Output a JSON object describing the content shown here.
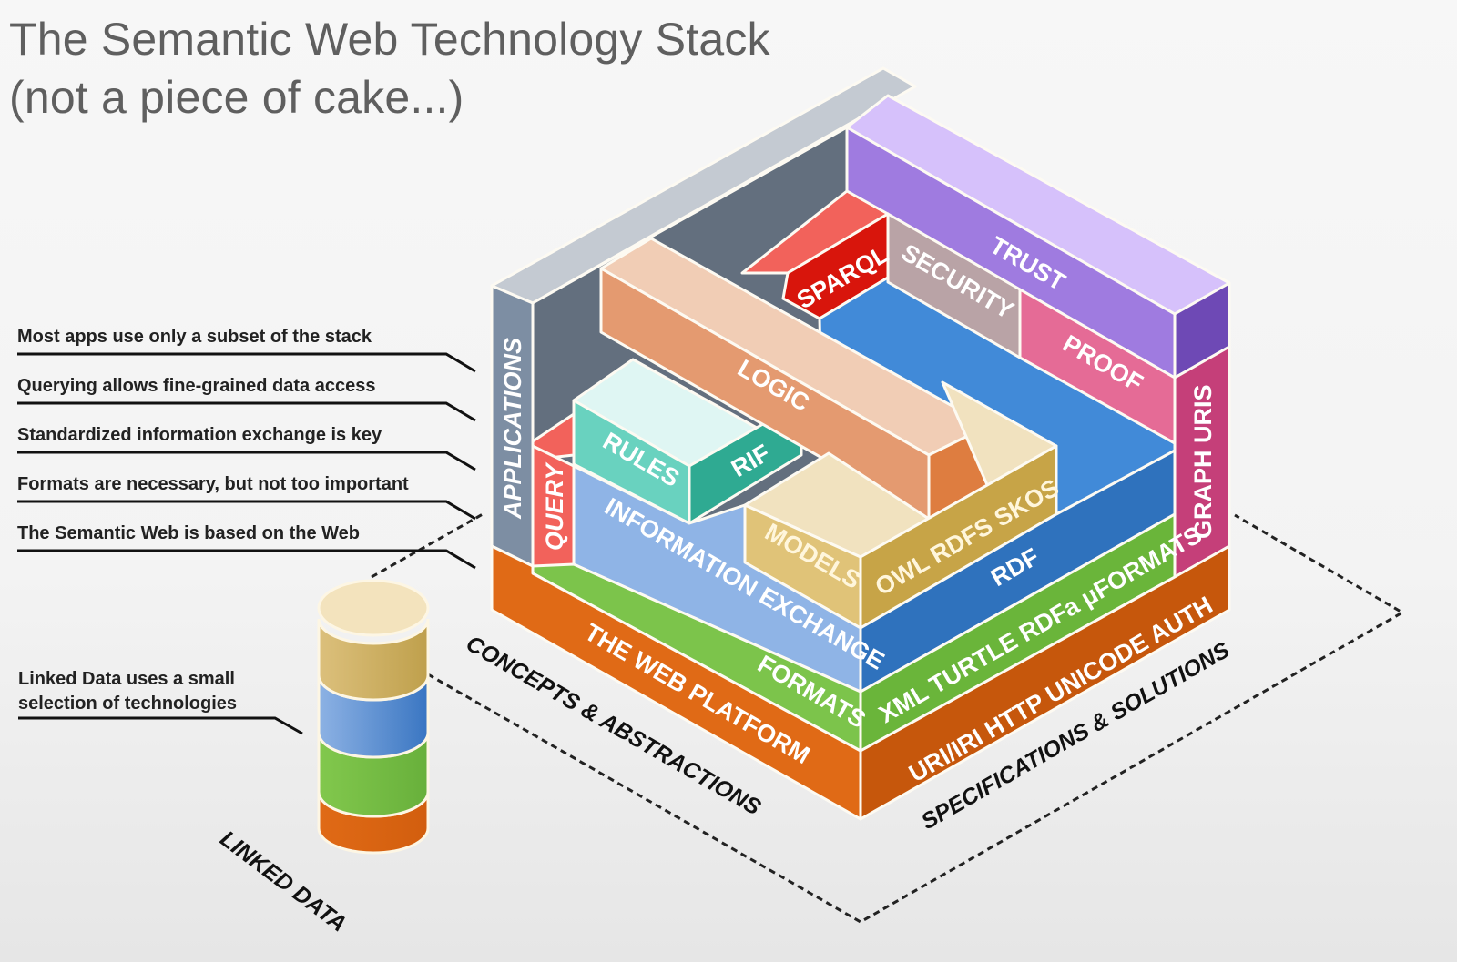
{
  "title": {
    "line1": "The Semantic Web Technology Stack",
    "line2": "(not a piece of cake...)"
  },
  "annotations": [
    "Most apps use only a subset of the stack",
    "Querying allows fine-grained data access",
    "Standardized information exchange is key",
    "Formats are necessary, but not too important",
    "The Semantic Web is based on the Web"
  ],
  "linked_data_note": {
    "line1": "Linked Data uses a small",
    "line2": "selection of technologies"
  },
  "axes": {
    "left": "CONCEPTS & ABSTRACTIONS",
    "right": "SPECIFICATIONS & SOLUTIONS",
    "linked_data": "LINKED DATA"
  },
  "layers": {
    "applications": "APPLICATIONS",
    "query": "QUERY",
    "sparql": "SPARQL",
    "trust": "TRUST",
    "security": "SECURITY",
    "proof": "PROOF",
    "graph_uris": "GRAPH URIS",
    "logic": "LOGIC",
    "rules": "RULES",
    "rif": "RIF",
    "models": "MODELS",
    "owl_rdfs_skos": "OWL  RDFS  SKOS",
    "rdf": "RDF",
    "information_exchange": "INFORMATION EXCHANGE",
    "formats": "FORMATS",
    "formats_specs": "XML  TURTLE  RDFa  μFORMATS",
    "web_platform": "THE WEB PLATFORM",
    "web_specs": "URI/IRI  HTTP  UNICODE  AUTH"
  },
  "linked_data_cylinder": {
    "segments": [
      "models",
      "information exchange",
      "formats",
      "web platform"
    ]
  },
  "colors": {
    "applications": "#7d8ea3",
    "apps_back": "#636f7e",
    "apps_top": "#c4cad2",
    "query": "#f2625b",
    "sparql": "#d8150c",
    "trust_top": "#d6c1fb",
    "trust_front": "#9f7be0",
    "trust_side": "#6e49b5",
    "security": "#b9a3a6",
    "proof": "#e56b96",
    "graph_uris": "#c53f79",
    "logic_top": "#f1cdb5",
    "logic_front": "#e49a70",
    "logic_end": "#de7d40",
    "rules_top": "#dff6f3",
    "rules": "#69d2bf",
    "rif": "#2faa92",
    "models_top": "#f1e2bf",
    "models": "#e0c378",
    "owl": "#c7a447",
    "rdf_top": "#418ad8",
    "rdf": "#2f72bd",
    "info_exchange": "#8fb4e6",
    "formats": "#7cc44b",
    "formats_specs": "#6ab53a",
    "web_platform": "#e06a16",
    "web_specs": "#c6570c"
  }
}
